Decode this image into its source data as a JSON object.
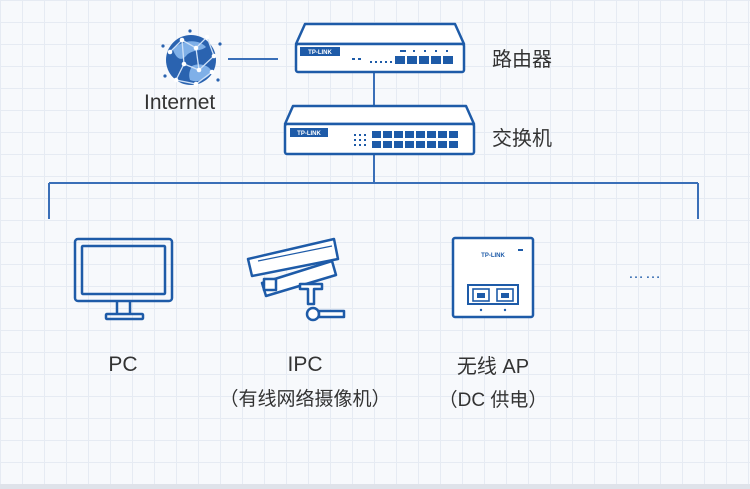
{
  "internet": {
    "label": "Internet"
  },
  "router": {
    "label": "路由器",
    "brand": "TP-LINK"
  },
  "switch": {
    "label": "交换机",
    "brand": "TP-LINK"
  },
  "devices": {
    "pc": {
      "label": "PC"
    },
    "ipc": {
      "label": "IPC",
      "sublabel": "（有线网络摄像机）"
    },
    "ap": {
      "label": "无线 AP",
      "sublabel": "（DC 供电）",
      "brand": "TP-LINK"
    },
    "more": {
      "label": "……"
    }
  },
  "colors": {
    "primary": "#1e5ba8",
    "line": "#3a6fb8",
    "background": "#f7f9fc",
    "grid": "#e6ebf3"
  }
}
